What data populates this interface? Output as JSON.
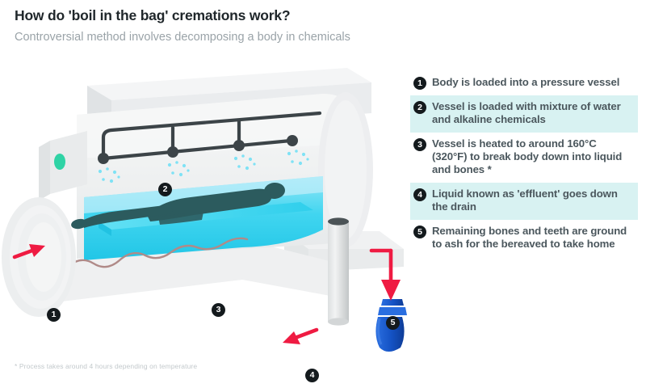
{
  "header": {
    "title": "How do 'boil in the bag' cremations work?",
    "subtitle": "Controversial method involves decomposing a body in chemicals"
  },
  "steps": [
    {
      "number": "1",
      "text": "Body is loaded into a pressure vessel",
      "shaded": false
    },
    {
      "number": "2",
      "text": "Vessel is loaded with mixture of water and alkaline chemicals",
      "shaded": true
    },
    {
      "number": "3",
      "text": "Vessel is heated to around 160°C (320°F) to break body down into liquid and bones *",
      "shaded": false
    },
    {
      "number": "4",
      "text": "Liquid known as 'effluent' goes down the drain",
      "shaded": true
    },
    {
      "number": "5",
      "text": "Remaining bones and teeth are ground to ash for the bereaved to take home",
      "shaded": false
    }
  ],
  "callouts": {
    "one": "1",
    "two": "2",
    "three": "3",
    "four": "4",
    "five": "5"
  },
  "footnote": "* Process takes around 4 hours depending on temperature",
  "colors": {
    "background": "#ffffff",
    "title_text": "#20272b",
    "subtitle_text": "#9aa3a8",
    "step_text": "#4b575d",
    "step_band": "#d8f2f2",
    "badge": "#141a1d",
    "vessel_body": "#eceeef",
    "vessel_shade": "#e2e5e6",
    "vessel_light": "#f5f6f6",
    "liquid_cyan": "#2ed2ee",
    "liquid_pale": "#b8ecf7",
    "tray_cyan": "#54dcf2",
    "body_silhouette": "#2c5b5e",
    "pipe_dark": "#3c4448",
    "indicator_green": "#2fd3a5",
    "heating_coil": "#b08a88",
    "arrow_red": "#ef1b42",
    "urn_blue": "#1452c4",
    "urn_blue_dark": "#0f3f9c",
    "drain_pipe": "#c9cccd"
  }
}
